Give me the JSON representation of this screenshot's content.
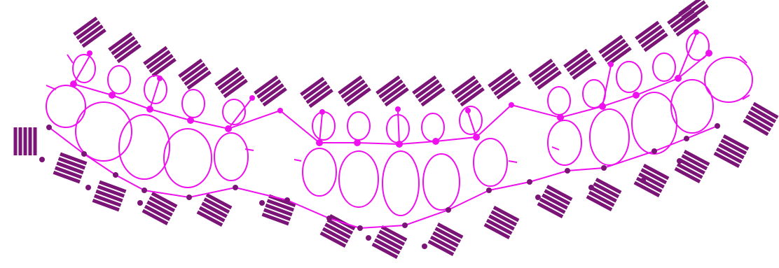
{
  "diagram": {
    "kind": "tatting-lace-pattern",
    "colors": {
      "background": "#ffffff",
      "rings_and_chains": "#ee11ee",
      "picot_bars": "#7a1477",
      "joins": "#7a1477"
    },
    "sections": [
      "left-scallop",
      "middle-scallop",
      "right-scallop"
    ]
  }
}
